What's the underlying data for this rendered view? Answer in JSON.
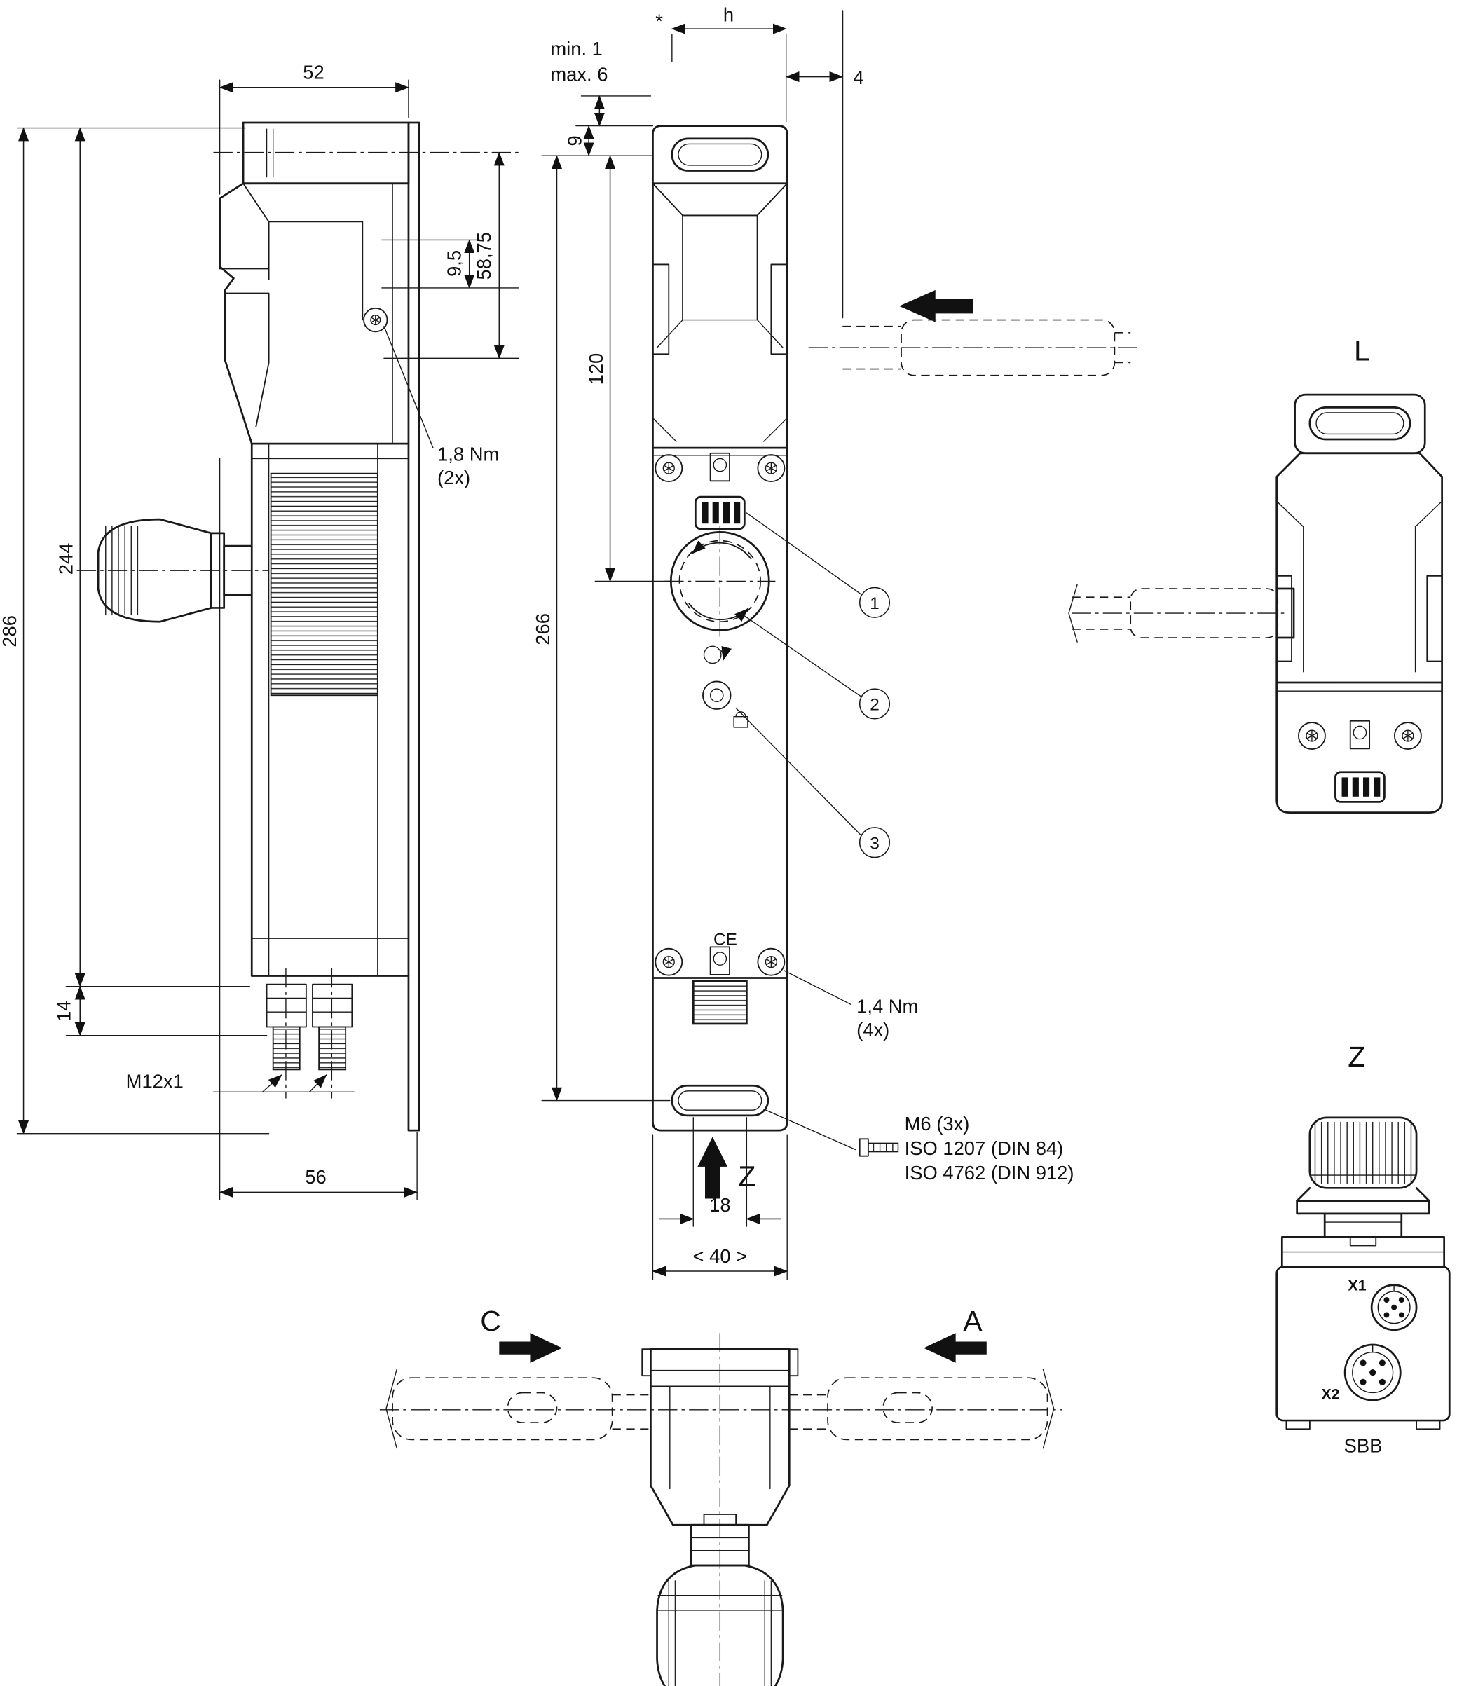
{
  "drawing_title": "Safety interlock switch dimensional drawing",
  "views": {
    "side": {
      "dims": {
        "w52": "52",
        "h286": "286",
        "h244": "244",
        "d95": "9,5",
        "d5875": "58,75",
        "h14": "14",
        "w56": "56"
      },
      "labels": {
        "torque": "1,8 Nm",
        "torque_qty": "(2x)",
        "thread": "M12x1"
      }
    },
    "front": {
      "dims": {
        "min": "min. 1",
        "max": "max. 6",
        "star": "*",
        "h": "h",
        "d4": "4",
        "d9": "9",
        "d120": "120",
        "d266": "266",
        "d18": "18",
        "d40": "< 40 >"
      },
      "labels": {
        "torque": "1,4 Nm",
        "torque_qty": "(4x)",
        "screw": "M6 (3x)",
        "iso1": "ISO 1207 (DIN 84)",
        "iso2": "ISO 4762 (DIN 912)",
        "z": "Z",
        "ce": "CE"
      },
      "callouts": {
        "c1": "1",
        "c2": "2",
        "c3": "3"
      }
    },
    "l_view": {
      "label": "L"
    },
    "top_view": {
      "label_c": "C",
      "label_a": "A"
    },
    "z_view": {
      "label": "Z",
      "x1": "X1",
      "x2": "X2",
      "sbb": "SBB"
    }
  }
}
